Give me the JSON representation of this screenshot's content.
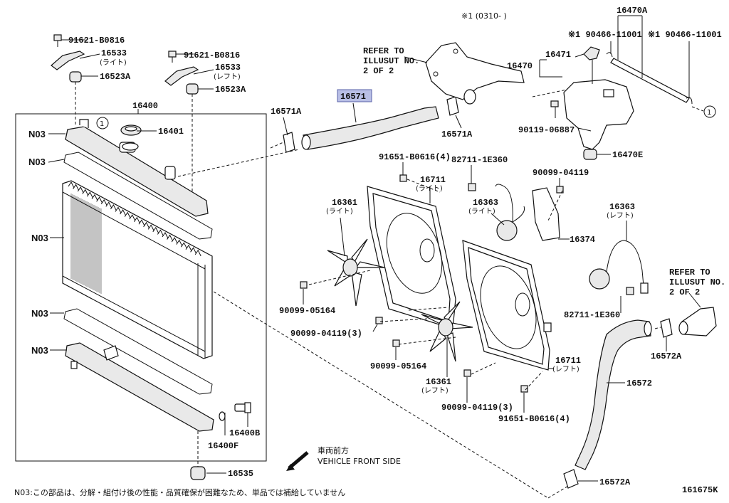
{
  "diagram": {
    "footnote": "N03:この部品は、分解・組付け後の性能・品質確保が困難なため、単品では補給していません",
    "ref_code": "161675K",
    "direction": {
      "line1": "車両前方",
      "line2": "VEHICLE FRONT SIDE"
    },
    "refer_left": {
      "line1": "REFER TO",
      "line2": "ILLUSUT NO.",
      "line3": "2 OF 2"
    },
    "refer_right": {
      "line1": "REFER TO",
      "line2": "ILLUSUT NO.",
      "line3": "2 OF 2"
    },
    "top_note": "※1 (0310-     )",
    "labels": {
      "p16400": "16400",
      "p16401": "16401",
      "p91621a": "91621-B0816",
      "p91621b": "91621-B0816",
      "p16533a": "16533",
      "p16533a_sub": "(ライト)",
      "p16533b": "16533",
      "p16533b_sub": "(レフト)",
      "p16523a_l": "16523A",
      "p16523a_r": "16523A",
      "n03_1": "N03",
      "n03_2": "N03",
      "n03_3": "N03",
      "n03_4": "N03",
      "n03_5": "N03",
      "p16571a_l": "16571A",
      "p16571": "16571",
      "p16571a_r": "16571A",
      "p16470a": "16470A",
      "p16471": "16471",
      "p16470": "16470",
      "p90466a": "※1 90466-11001",
      "p90466b": "※1 90466-11001",
      "p90119": "90119-06887",
      "p16470e": "16470E",
      "p91651a": "91651-B0616(4)",
      "p82711a": "82711-1E360",
      "p16711a": "16711",
      "p16711a_sub": "(ライト)",
      "p90099a": "90099-04119",
      "p16361a": "16361",
      "p16361a_sub": "(ライト)",
      "p16363a": "16363",
      "p16363a_sub": "(ライト)",
      "p16374": "16374",
      "p16363b": "16363",
      "p16363b_sub": "(レフト)",
      "p90099_05164a": "90099-05164",
      "p90099_3a": "90099-04119(3)",
      "p82711b": "82711-1E360",
      "p16572a_r": "16572A",
      "p90099_05164b": "90099-05164",
      "p16361b": "16361",
      "p16361b_sub": "(レフト)",
      "p16711b": "16711",
      "p16711b_sub": "(レフト)",
      "p16572": "16572",
      "p90099_3b": "90099-04119(3)",
      "p91651b": "91651-B0616(4)",
      "p16400b": "16400B",
      "p16400f": "16400F",
      "p16535": "16535",
      "p16572a_b": "16572A",
      "circle1": "1",
      "circle2": "1"
    }
  }
}
